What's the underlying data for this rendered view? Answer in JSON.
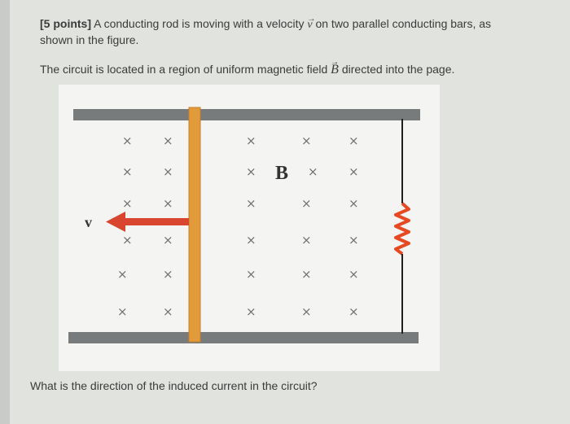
{
  "question": {
    "points": "[5 points]",
    "line1_rest": " A conducting rod is moving with a velocity ",
    "v_symbol": "v",
    "line1_end": " on two parallel conducting bars, as",
    "line2": "shown in the figure.",
    "line3_start": "The circuit is located in a region of uniform magnetic field ",
    "b_symbol": "B",
    "line3_end": " directed into the page.",
    "prompt": "What is the direction of the induced current in the circuit?"
  },
  "figure": {
    "field_label": "B",
    "velocity_label": "v",
    "field_symbol": "×",
    "colors": {
      "rail": "#777b7c",
      "rod": "#e39a3a",
      "arrow": "#d94630",
      "resistor": "#e64a23",
      "wire": "#1f1f1f"
    }
  }
}
